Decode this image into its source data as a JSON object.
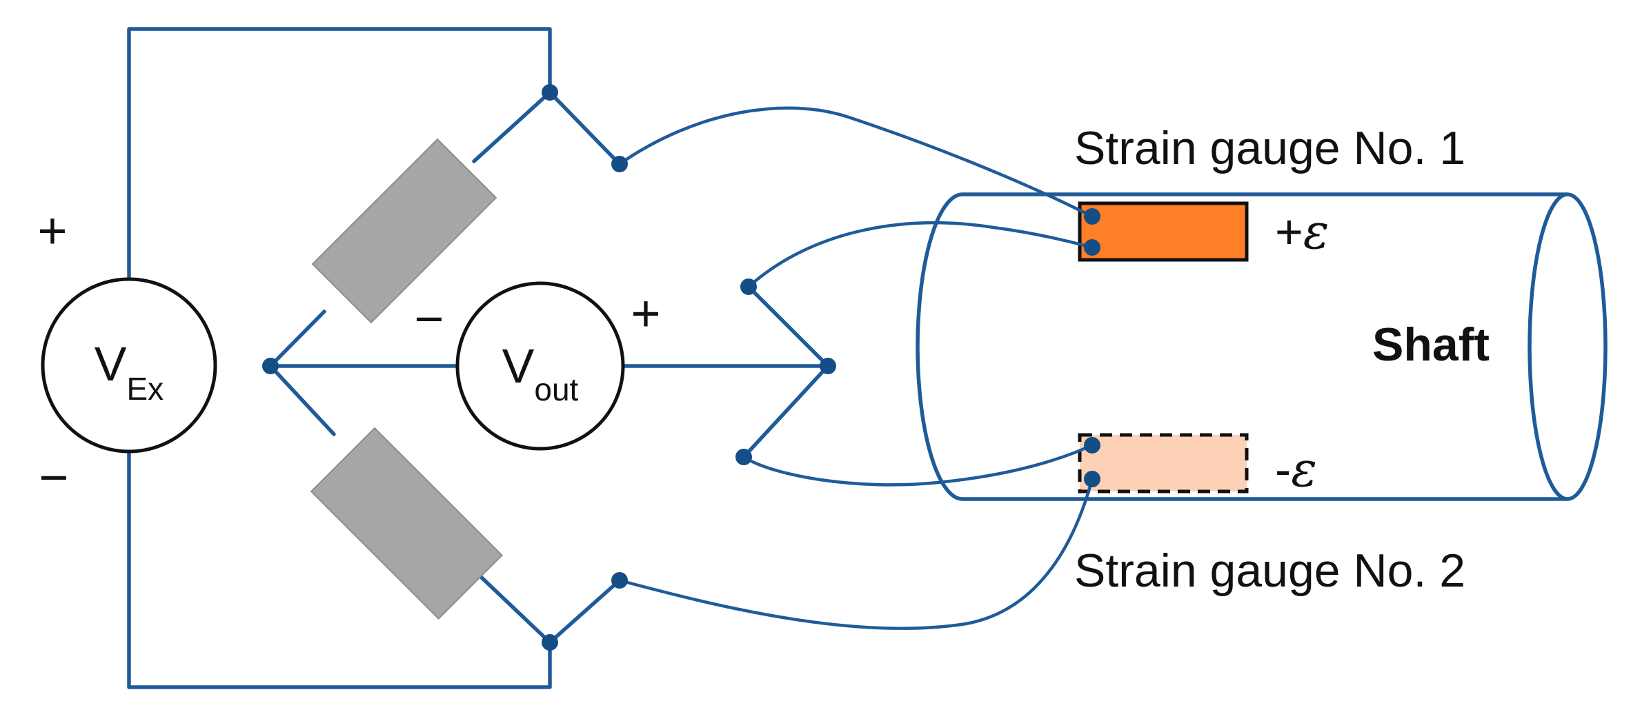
{
  "source": {
    "main": "V",
    "sub": "Ex",
    "plus": "+",
    "minus": "−"
  },
  "meter": {
    "main": "V",
    "sub": "out",
    "plus": "+",
    "minus": "−"
  },
  "shaft": {
    "label": "Shaft"
  },
  "gauge1": {
    "label": "Strain gauge No. 1",
    "sign": "+",
    "symbol": "ε",
    "fill": "#ff7f27"
  },
  "gauge2": {
    "label": "Strain gauge No. 2",
    "sign": "-",
    "symbol": "ε",
    "fill": "#fdd1b6"
  },
  "colors": {
    "wire": "#1f5b99",
    "node": "#154d86",
    "resistor": "#a6a6a6"
  }
}
